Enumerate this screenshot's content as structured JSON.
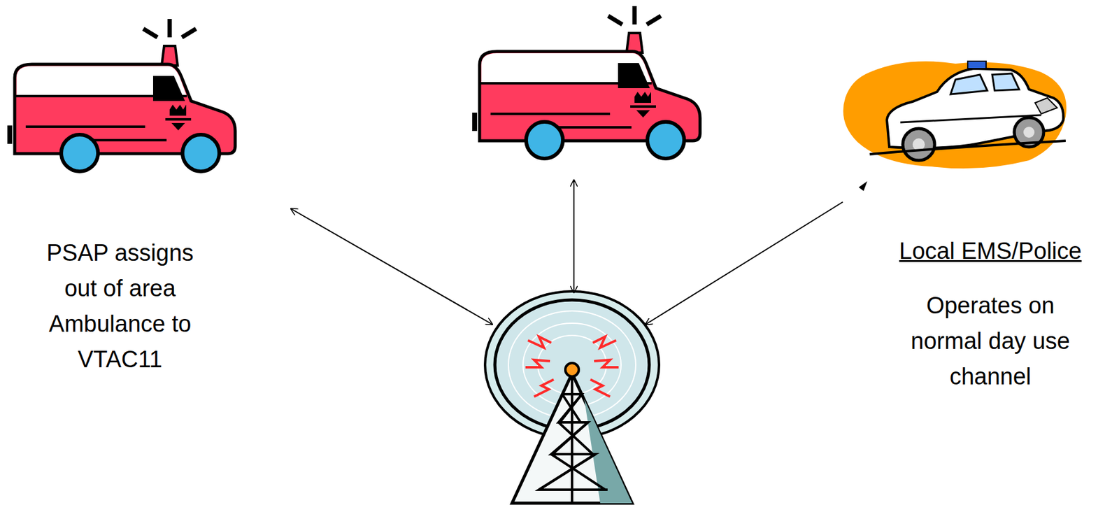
{
  "diagram": {
    "labels": [
      "PSAP assigns out of area Ambulance to VTAC11",
      "Local EMS/Police",
      "Operates on normal day use channel"
    ]
  }
}
